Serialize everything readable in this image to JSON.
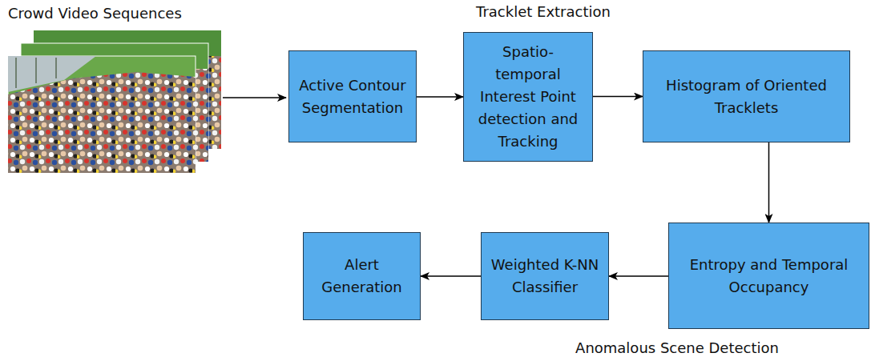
{
  "diagram": {
    "nodes": [
      {
        "text": [
          "Active Contour Segmentation"
        ]
      },
      {
        "text": [
          "Spatio-temporal Interest Point detection and Tracking"
        ]
      },
      {
        "text": [
          "Histogram of Oriented Tracklets"
        ]
      },
      {
        "text": [
          "Entropy and Temporal Occupancy"
        ]
      },
      {
        "text": [
          "Weighted K-NN Classifier"
        ]
      },
      {
        "text": [
          "Alert Generation"
        ]
      }
    ],
    "edges": [
      {
        "from": 0,
        "to": 1,
        "arrow": "to"
      },
      {
        "from": 1,
        "to": 2,
        "arrow": "to"
      },
      {
        "from": 2,
        "to": 3,
        "arrow": "to"
      },
      {
        "from": 3,
        "to": 4,
        "arrow": "to"
      },
      {
        "from": 4,
        "to": 5,
        "arrow": "to"
      }
    ],
    "labels": [
      "Crowd Video Sequences",
      "Tracklet Extraction",
      "Anomalous Scene Detection"
    ]
  }
}
